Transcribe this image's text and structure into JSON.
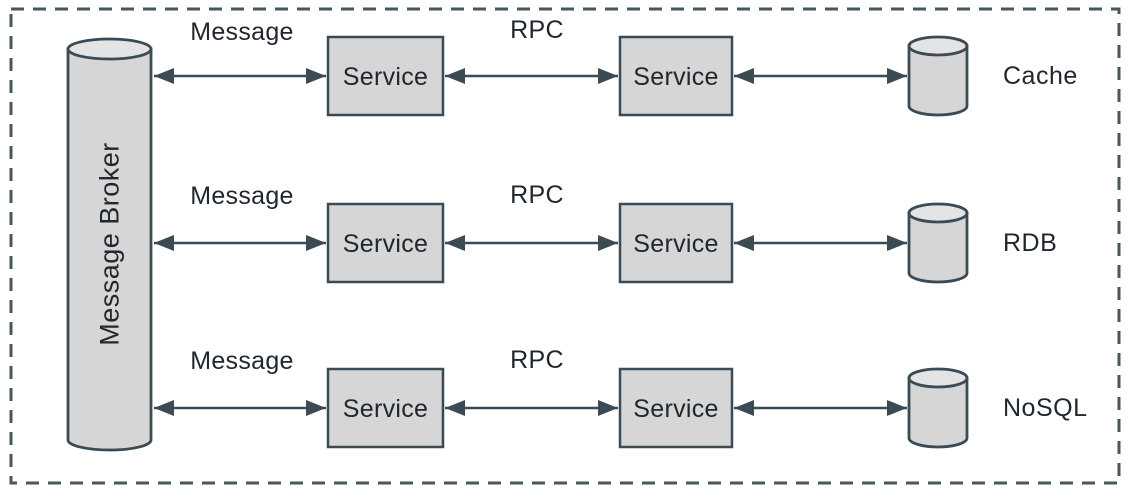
{
  "colors": {
    "background": "#ffffff",
    "outline": "#3c4a54",
    "dash_stroke": "#47565f",
    "shape_fill": "#d6d6d6",
    "lid_fill": "#e4e4e4",
    "text_color": "#21272e"
  },
  "diagram": {
    "broker": {
      "label": "Message Broker"
    },
    "rows": [
      {
        "message_label": "Message",
        "rpc_label": "RPC",
        "service_left": "Service",
        "service_right": "Service",
        "datastore_label": "Cache"
      },
      {
        "message_label": "Message",
        "rpc_label": "RPC",
        "service_left": "Service",
        "service_right": "Service",
        "datastore_label": "RDB"
      },
      {
        "message_label": "Message",
        "rpc_label": "RPC",
        "service_left": "Service",
        "service_right": "Service",
        "datastore_label": "NoSQL"
      }
    ]
  }
}
